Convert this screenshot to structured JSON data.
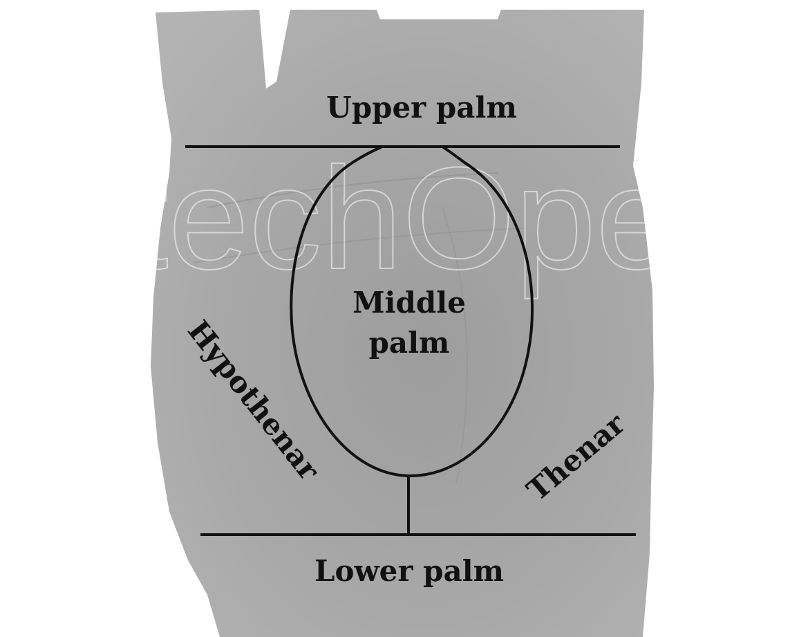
{
  "regions": {
    "upper": "Upper palm",
    "middle_line1": "Middle",
    "middle_line2": "palm",
    "hypothenar": "Hypothenar",
    "thenar": "Thenar",
    "lower": "Lower palm"
  },
  "watermark": "IntechOpen",
  "colors": {
    "skin": "#a9a9a9",
    "skin_dark": "#9a9a9a",
    "line": "#111111",
    "text": "#111111",
    "background": "#ffffff"
  }
}
